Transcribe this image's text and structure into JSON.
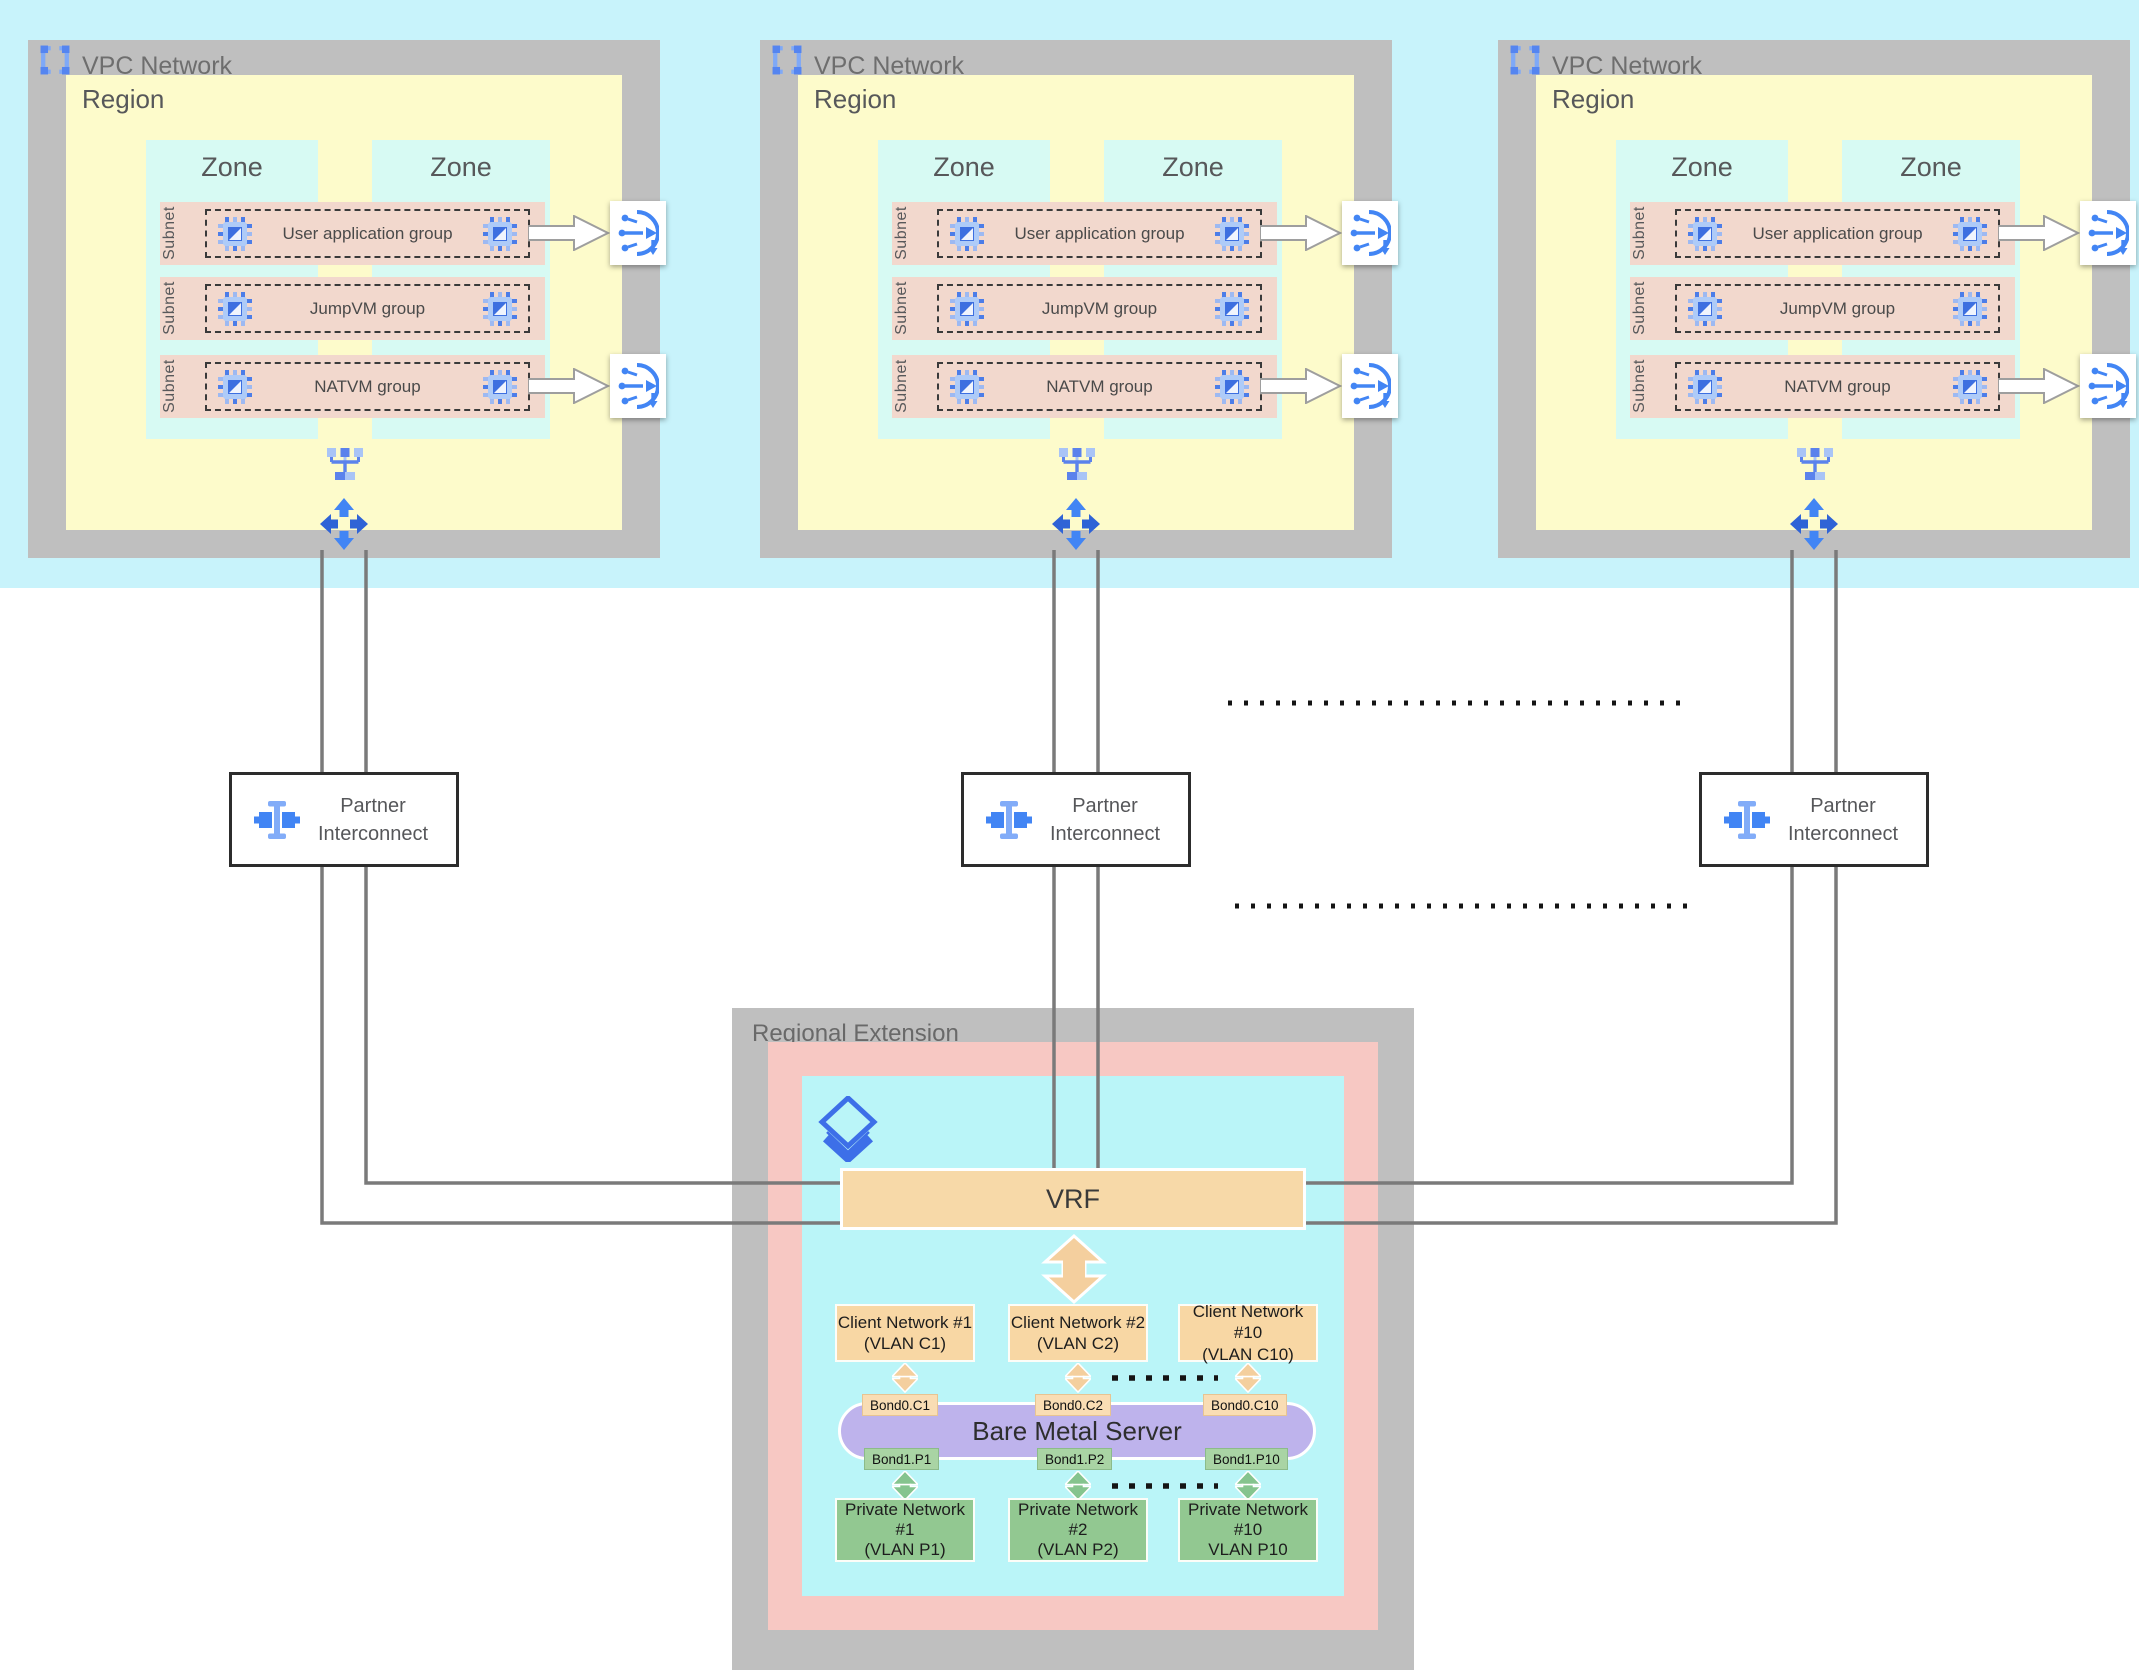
{
  "vpcs": [
    {
      "title": "VPC Network",
      "region": "Region",
      "zones": [
        "Zone",
        "Zone"
      ],
      "subnets": [
        {
          "label": "Subnet",
          "group": "User application group",
          "has_lb": true
        },
        {
          "label": "Subnet",
          "group": "JumpVM group",
          "has_lb": false
        },
        {
          "label": "Subnet",
          "group": "NATVM group",
          "has_lb": true
        }
      ]
    },
    {
      "title": "VPC Network",
      "region": "Region",
      "zones": [
        "Zone",
        "Zone"
      ],
      "subnets": [
        {
          "label": "Subnet",
          "group": "User application group",
          "has_lb": true
        },
        {
          "label": "Subnet",
          "group": "JumpVM group",
          "has_lb": false
        },
        {
          "label": "Subnet",
          "group": "NATVM group",
          "has_lb": true
        }
      ]
    },
    {
      "title": "VPC Network",
      "region": "Region",
      "zones": [
        "Zone",
        "Zone"
      ],
      "subnets": [
        {
          "label": "Subnet",
          "group": "User application group",
          "has_lb": true
        },
        {
          "label": "Subnet",
          "group": "JumpVM group",
          "has_lb": false
        },
        {
          "label": "Subnet",
          "group": "NATVM group",
          "has_lb": true
        }
      ]
    }
  ],
  "partner_interconnects": [
    {
      "label": "Partner\nInterconnect"
    },
    {
      "label": "Partner\nInterconnect"
    },
    {
      "label": "Partner\nInterconnect"
    }
  ],
  "regional_extension": {
    "title": "Regional Extension",
    "vrf_label": "VRF",
    "bare_metal_label": "Bare Metal Server",
    "columns": [
      {
        "client_line1": "Client Network #1",
        "client_line2": "(VLAN C1)",
        "bond_top": "Bond0.C1",
        "bond_bottom": "Bond1.P1",
        "private_line1": "Private Network #1",
        "private_line2": "(VLAN P1)",
        "private_line3": ""
      },
      {
        "client_line1": "Client Network #2",
        "client_line2": "(VLAN C2)",
        "bond_top": "Bond0.C2",
        "bond_bottom": "Bond1.P2",
        "private_line1": "Private Network #2",
        "private_line2": "(VLAN P2)",
        "private_line3": ""
      },
      {
        "client_line1": "Client Network #10",
        "client_line2": "(VLAN C10)",
        "bond_top": "Bond0.C10",
        "bond_bottom": "Bond1.P10",
        "private_line1": "Private Network",
        "private_line2": "#10",
        "private_line3": "VLAN P10"
      }
    ]
  },
  "icons": {
    "vpc": "vpc-network-icon",
    "vm": "compute-vm-icon",
    "load_balancer": "load-balancer-icon",
    "network_tree": "network-switch-icon",
    "routes": "routes-icon",
    "interconnect": "partner-interconnect-icon",
    "layers_diamond": "interconnect-layers-icon"
  },
  "colors": {
    "top_band_cyan": "#c8f3fb",
    "zone_cyan": "#d7faf3",
    "re_cyan": "#baf5f8",
    "region_yellow": "#fdfbcb",
    "container_gray": "#bfbfbf",
    "subnet_salmon": "#f2d8cd",
    "re_pink": "#f7c8c3",
    "vrf_tan": "#f7d9a8",
    "client_tan": "#f8d7a4",
    "private_green": "#92c891",
    "bond_green": "#a9d4a4",
    "bond_tan": "#f9ddb4",
    "bare_metal_purple": "#beb3ec",
    "accent_blue": "#4285f4",
    "line_gray": "#7a7a7a"
  }
}
